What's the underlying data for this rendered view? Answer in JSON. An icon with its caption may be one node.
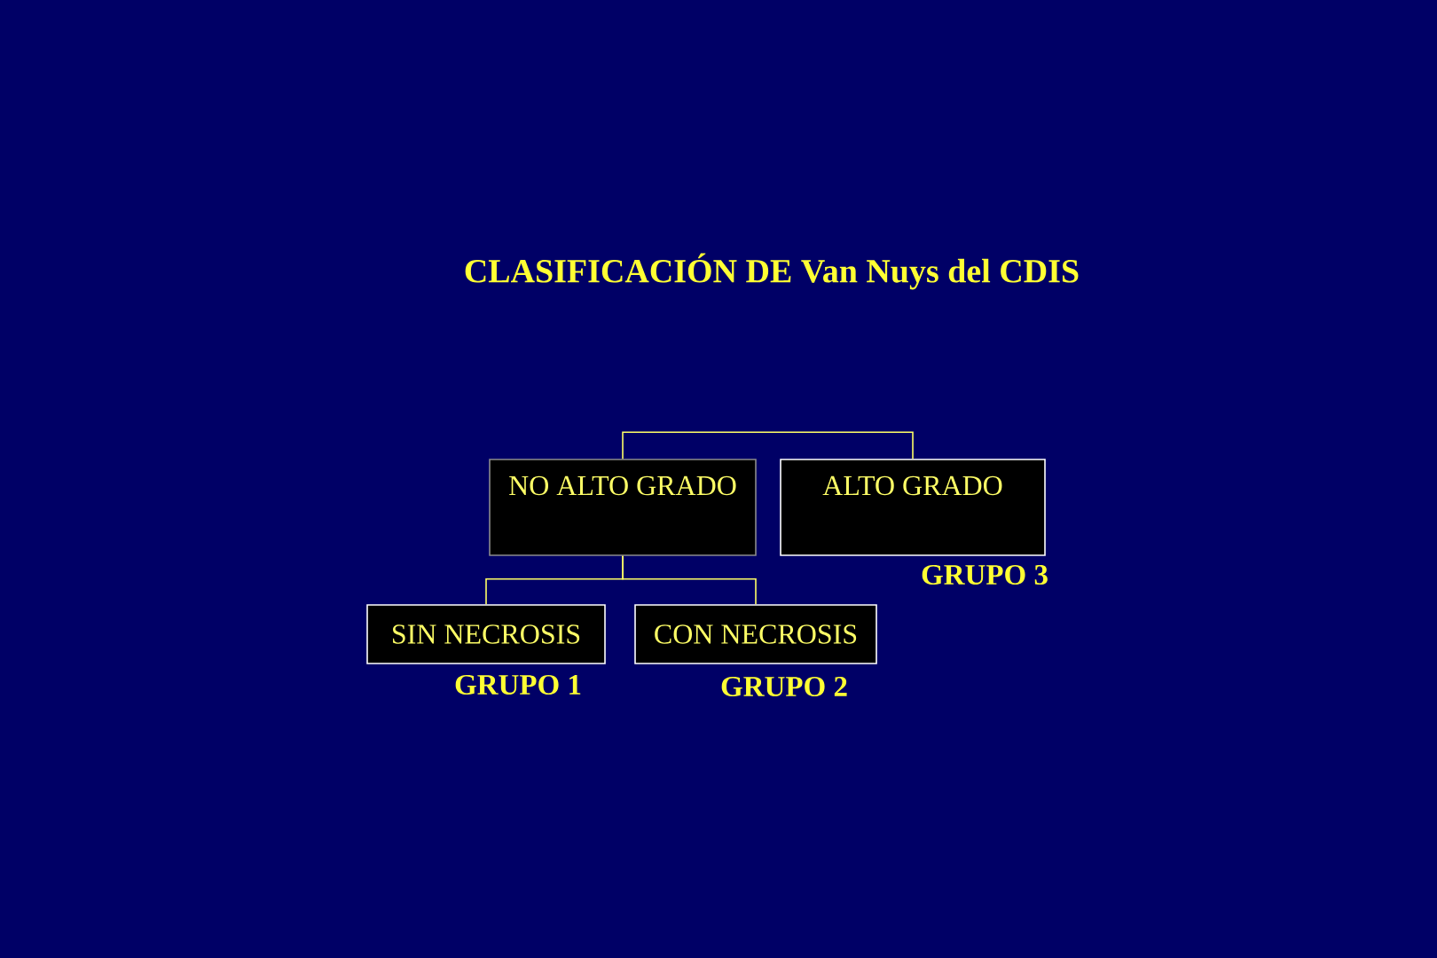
{
  "diagram": {
    "title": "CLASIFICACIÓN DE Van Nuys del CDIS",
    "nodes": [
      {
        "text": [
          "NO ALTO GRADO"
        ]
      },
      {
        "text": [
          "ALTO GRADO"
        ],
        "beside": [
          "GRUPO 3"
        ]
      },
      {
        "text": [
          "SIN NECROSIS"
        ],
        "beside": [
          "GRUPO 1"
        ]
      },
      {
        "text": [
          "CON NECROSIS"
        ],
        "beside": [
          "GRUPO 2"
        ]
      }
    ],
    "edges": [
      {
        "from": 0,
        "to": 1,
        "arrow": "none"
      },
      {
        "from": 0,
        "to": 2,
        "arrow": "none"
      },
      {
        "from": 0,
        "to": 3,
        "arrow": "none"
      }
    ]
  }
}
